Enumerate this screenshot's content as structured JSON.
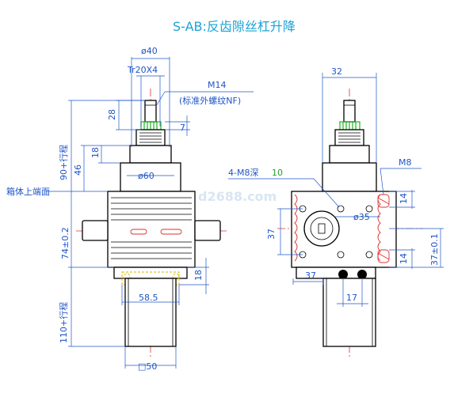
{
  "title": "S-AB:反齿隙丝杠升降",
  "watermark": "d2688.com",
  "front": {
    "d40": "ø40",
    "thread": "Tr20X4",
    "m14": "M14",
    "m14_note": "(标准外螺纹NF)",
    "d28": "28",
    "d7": "7",
    "d18_top": "18",
    "d46": "46",
    "d90": "90+行程",
    "d60": "ø60",
    "housing_top": "箱体上端面",
    "d74": "74±0.2",
    "d18_bot": "18",
    "d58": "58.5",
    "d110": "110+行程",
    "d50": "□50"
  },
  "side": {
    "d32": "32",
    "m8": "M8",
    "bolt": "4-M8深",
    "bolt_depth": "10",
    "d14_top": "14",
    "d35": "ø35",
    "d37_left": "37",
    "d37_tol": "37±0.1",
    "d14_bot": "14",
    "d37_bot": "37",
    "d17": "17"
  }
}
